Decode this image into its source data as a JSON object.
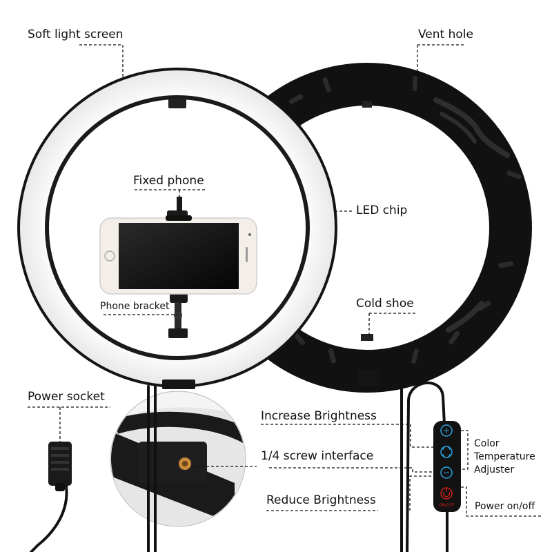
{
  "labels": {
    "soft_light_screen": "Soft light screen",
    "vent_hole": "Vent hole",
    "fixed_phone": "Fixed phone",
    "led_chip": "LED chip",
    "phone_bracket": "Phone bracket",
    "cold_shoe": "Cold shoe",
    "power_socket": "Power socket",
    "increase_brightness": "Increase Brightness",
    "screw_interface": "1/4 screw interface",
    "reduce_brightness": "Reduce Brightness",
    "color_temp_line1": "Color",
    "color_temp_line2": "Temperature",
    "color_temp_line3": "Adjuster",
    "power_on_off": "Power on/off"
  },
  "controller": {
    "plus_symbol": "+",
    "minus_symbol": "−",
    "onoff_text": "ON/OFF"
  },
  "colors": {
    "ring_black": "#111111",
    "diffuser_white": "#f7f7f7",
    "led_blue": "#9fc3ee",
    "button_blue": "#2aa6e0",
    "power_red": "#d0201a"
  }
}
